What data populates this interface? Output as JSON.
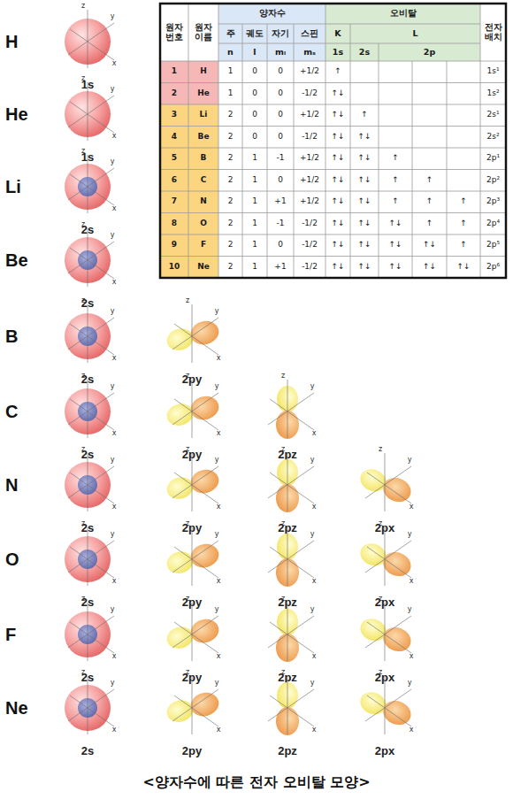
{
  "diagram": {
    "caption": "<양자수에 따른 전자 오비탈 모양>",
    "nodes": [
      {
        "text": [
          "z",
          "y",
          "x",
          "1s"
        ]
      },
      {
        "text": [
          "z",
          "y",
          "x",
          "1s"
        ]
      },
      {
        "text": [
          "z",
          "y",
          "x",
          "2s"
        ]
      },
      {
        "text": [
          "z",
          "y",
          "x",
          "2s"
        ]
      },
      {
        "text": [
          "z",
          "y",
          "x",
          "2s"
        ]
      },
      {
        "text": [
          "z",
          "y",
          "x",
          "2py"
        ]
      },
      {
        "text": [
          "z",
          "y",
          "x",
          "2s"
        ]
      },
      {
        "text": [
          "z",
          "y",
          "x",
          "2py"
        ]
      },
      {
        "text": [
          "z",
          "y",
          "x",
          "2pz"
        ]
      },
      {
        "text": [
          "z",
          "y",
          "x",
          "2s"
        ]
      },
      {
        "text": [
          "z",
          "y",
          "x",
          "2py"
        ]
      },
      {
        "text": [
          "z",
          "y",
          "x",
          "2pz"
        ]
      },
      {
        "text": [
          "z",
          "y",
          "x",
          "2px"
        ]
      },
      {
        "text": [
          "z",
          "y",
          "x",
          "2s"
        ]
      },
      {
        "text": [
          "z",
          "y",
          "x",
          "2py"
        ]
      },
      {
        "text": [
          "z",
          "y",
          "x",
          "2pz"
        ]
      },
      {
        "text": [
          "z",
          "y",
          "x",
          "2px"
        ]
      },
      {
        "text": [
          "z",
          "y",
          "x",
          "2s"
        ]
      },
      {
        "text": [
          "z",
          "y",
          "x",
          "2py"
        ]
      },
      {
        "text": [
          "z",
          "y",
          "x",
          "2pz"
        ]
      },
      {
        "text": [
          "z",
          "y",
          "x",
          "2px"
        ]
      },
      {
        "text": [
          "z",
          "y",
          "x",
          "2s"
        ]
      },
      {
        "text": [
          "z",
          "y",
          "x",
          "2py"
        ]
      },
      {
        "text": [
          "z",
          "y",
          "x",
          "2pz"
        ]
      },
      {
        "text": [
          "z",
          "y",
          "x",
          "2px"
        ]
      }
    ],
    "labels": [
      "H",
      "He",
      "Li",
      "Be",
      "B",
      "C",
      "N",
      "O",
      "F",
      "Ne",
      "원자 번호",
      "원자 이름",
      "양자수",
      "오비탈",
      "전자 배치",
      "주",
      "궤도",
      "자기",
      "스핀",
      "K",
      "L",
      "n",
      "l",
      "mₗ",
      "mₛ",
      "1s",
      "2s",
      "2p",
      "1",
      "H",
      "1",
      "0",
      "0",
      "+1/2",
      "↑",
      "1s¹",
      "2",
      "He",
      "1",
      "0",
      "0",
      "-1/2",
      "↑↓",
      "1s²",
      "3",
      "Li",
      "2",
      "0",
      "0",
      "+1/2",
      "↑↓",
      "↑",
      "2s¹",
      "4",
      "Be",
      "2",
      "0",
      "0",
      "-1/2",
      "↑↓",
      "↑↓",
      "2s²",
      "5",
      "B",
      "2",
      "1",
      "-1",
      "+1/2",
      "↑↓",
      "↑↓",
      "↑",
      "2p¹",
      "6",
      "C",
      "2",
      "1",
      "0",
      "+1/2",
      "↑↓",
      "↑↓",
      "↑",
      "↑",
      "2p²",
      "7",
      "N",
      "2",
      "1",
      "+1",
      "+1/2",
      "↑↓",
      "↑↓",
      "↑",
      "↑",
      "↑",
      "2p³",
      "8",
      "O",
      "2",
      "1",
      "-1",
      "-1/2",
      "↑↓",
      "↑↓",
      "↑↓",
      "↑",
      "↑",
      "2p⁴",
      "9",
      "F",
      "2",
      "1",
      "0",
      "-1/2",
      "↑↓",
      "↑↓",
      "↑↓",
      "↑↓",
      "↑",
      "2p⁵",
      "10",
      "Ne",
      "2",
      "1",
      "+1",
      "-1/2",
      "↑↓",
      "↑↓",
      "↑↓",
      "↑↓",
      "↑↓",
      "2p⁶"
    ]
  }
}
